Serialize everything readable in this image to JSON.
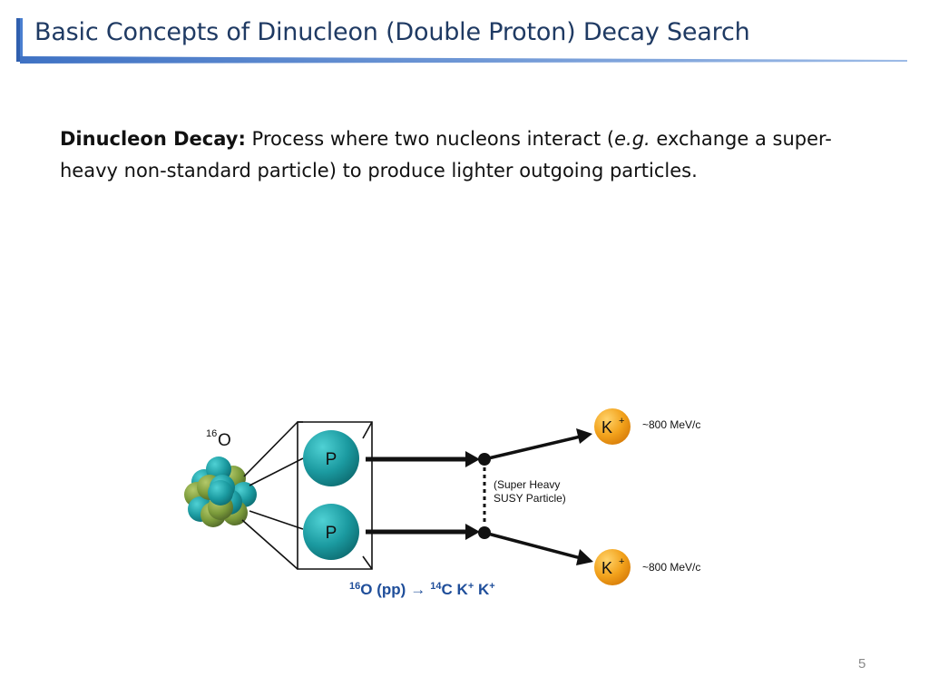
{
  "slide": {
    "title": "Basic Concepts of Dinucleon (Double Proton) Decay Search",
    "page_number": "5"
  },
  "body": {
    "term": "Dinucleon Decay:",
    "text_1": " Process where two nucleons interact (",
    "eg": "e.g.",
    "text_2": " exchange a super-heavy non-standard particle) to produce lighter outgoing particles."
  },
  "diagram": {
    "nucleus_label_sup": "16",
    "nucleus_label": "O",
    "proton_1": "P",
    "proton_2": "P",
    "kaon_1": "K",
    "kaon_1_sup": "+",
    "kaon_2": "K",
    "kaon_2_sup": "+",
    "momentum_1": "~800 MeV/c",
    "momentum_2": "~800 MeV/c",
    "exchange_line1": "(Super Heavy",
    "exchange_line2": "SUSY Particle)",
    "reaction": {
      "o_sup": "16",
      "o": "O (pp)",
      "arrow": "→",
      "c_sup": "14",
      "c": "C K",
      "k1_sup": "+",
      "k2": " K",
      "k2_sup": "+"
    }
  },
  "colors": {
    "title_text": "#1f3a63",
    "title_bar": "#4a7fd0",
    "proton": "#1b9aa0",
    "nucleon_green": "#7a9a3a",
    "kaon": "#f2a21c",
    "reaction_text": "#1f4e9a"
  }
}
